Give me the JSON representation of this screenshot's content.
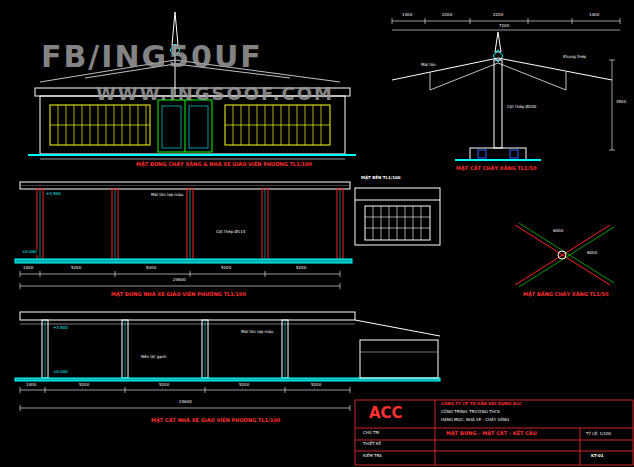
{
  "diagram": {
    "labels": [
      "FB/ING50UF",
      "WWW.INGSOOF.COM",
      "MẶT ĐỨNG CHẢY XĂNG & NHÀ XE GIÁO VIÊN PHƯỜNG TL1/100",
      "MẶT CẮT CHẢY XĂNG TL1/50",
      "MẶT ĐỨNG NHÀ XE GIÁO VIÊN PHƯỜNG TL1/100",
      "MẶT BẰNG CHẢY XĂNG TL1/50",
      "MẶT CẮT NHÀ XE GIÁO VIÊN PHƯỜNG TL1/100",
      "Mái tôn lợp màu",
      "Cột thép Ø114",
      "Mái tôn lợp màu",
      "Nền lát gạch",
      "±0.000",
      "±0.000",
      "+3.500",
      "+3.500",
      "1400",
      "5200",
      "5200",
      "5200",
      "5200",
      "24600",
      "1400",
      "5200",
      "5200",
      "5200",
      "5200",
      "24600",
      "1400",
      "2200",
      "2200",
      "1400",
      "7200",
      "3500",
      "Mái tôn",
      "Khung thép",
      "Cột thép Ø200",
      "MẶT BÊN TL1/100",
      "6000",
      "6000",
      "ACC",
      "CÔNG TY CP TƯ VẤN XÂY DỰNG ACC",
      "CÔNG TRÌNH: TRƯỜNG THCS",
      "HẠNG MỤC: NHÀ XE - CHẢY XĂNG",
      "MẶT ĐỨNG - MẶT CẮT - KẾT CẤU",
      "TỶ LỆ: 1/100",
      "KT-01",
      "CHỦ TRÌ",
      "THIẾT KẾ",
      "KIỂM TRA"
    ]
  }
}
